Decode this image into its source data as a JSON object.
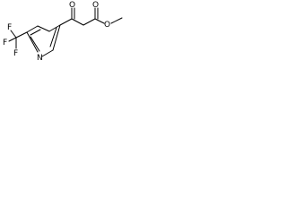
{
  "molecule": {
    "atoms": {
      "o_ketone": "O",
      "o_ester_carbonyl": "O",
      "o_ester_single": "O",
      "n_ring": "N",
      "f_top": "F",
      "f_left": "F",
      "f_bottom": "F"
    }
  }
}
